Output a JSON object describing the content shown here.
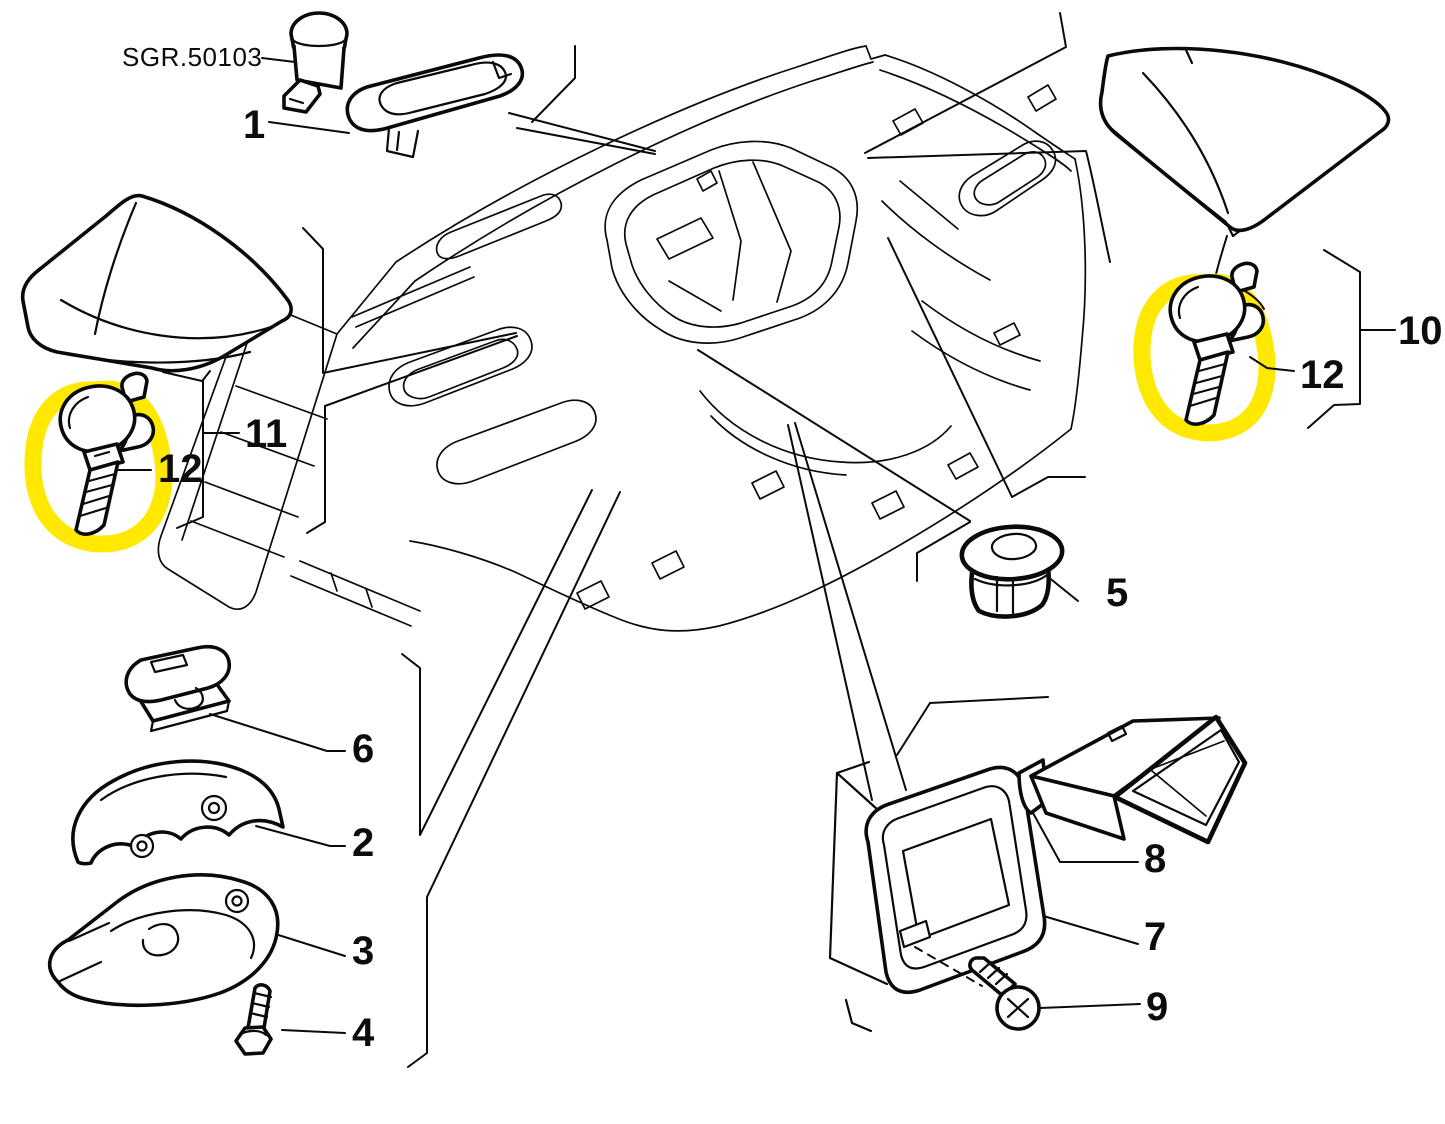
{
  "diagram": {
    "type": "exploded-parts-diagram",
    "background_color": "#ffffff",
    "line_color": "#0a0a0a",
    "highlight_color": "#ffe900",
    "highlighted_callouts": [
      "12"
    ],
    "labels": {
      "sgr": "SGR.50103",
      "p1": "1",
      "p2": "2",
      "p3": "3",
      "p4": "4",
      "p5": "5",
      "p6": "6",
      "p7": "7",
      "p8": "8",
      "p9": "9",
      "p10": "10",
      "p11": "11",
      "p12": "12"
    }
  }
}
